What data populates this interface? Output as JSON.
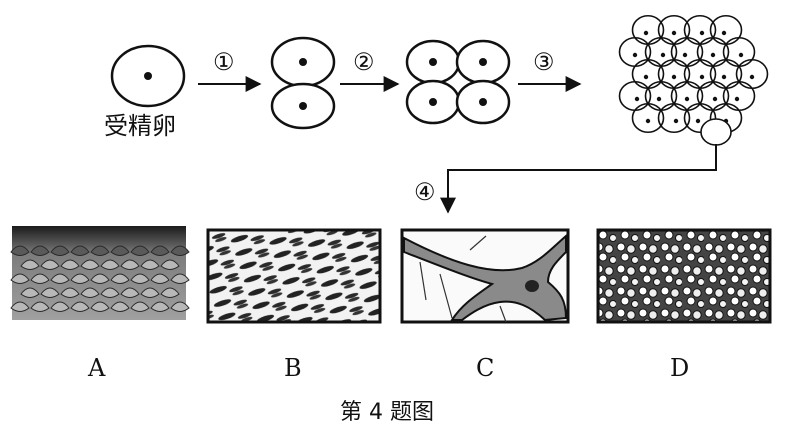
{
  "zygote_label": "受精卵",
  "steps": [
    "①",
    "②",
    "③",
    "④"
  ],
  "panels": [
    {
      "letter": "A",
      "tissue": "epithelial"
    },
    {
      "letter": "B",
      "tissue": "muscle"
    },
    {
      "letter": "C",
      "tissue": "nerve"
    },
    {
      "letter": "D",
      "tissue": "connective"
    }
  ],
  "caption": "第 4 题图"
}
